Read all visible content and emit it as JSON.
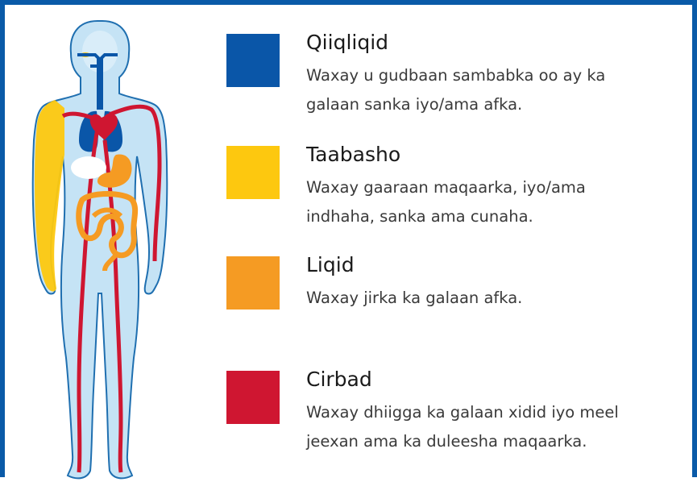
{
  "colors": {
    "frame": "#0a5aa8",
    "qiiqliqid": "#0a56a8",
    "taabasho": "#fdc80f",
    "liqid": "#f59b23",
    "cirbad": "#cf1631",
    "body_fill": "#c5e3f5",
    "body_stroke": "#1f6fb0"
  },
  "legend": [
    {
      "key": "qiiqliqid",
      "title": "Qiiqliqid",
      "lines": [
        "Waxay u gudbaan sambabka oo ay ka",
        "galaan sanka iyo/ama afka."
      ],
      "color": "#0a56a8"
    },
    {
      "key": "taabasho",
      "title": "Taabasho",
      "lines": [
        "Waxay gaaraan maqaarka, iyo/ama",
        "indhaha, sanka ama cunaha."
      ],
      "color": "#fdc80f"
    },
    {
      "key": "liqid",
      "title": "Liqid",
      "lines": [
        "Waxay jirka ka galaan afka."
      ],
      "color": "#f59b23"
    },
    {
      "key": "cirbad",
      "title": "Cirbad",
      "lines": [
        "Waxay dhiigga ka galaan xidid iyo meel",
        "jeexan ama ka duleesha maqaarka."
      ],
      "color": "#cf1631"
    }
  ]
}
